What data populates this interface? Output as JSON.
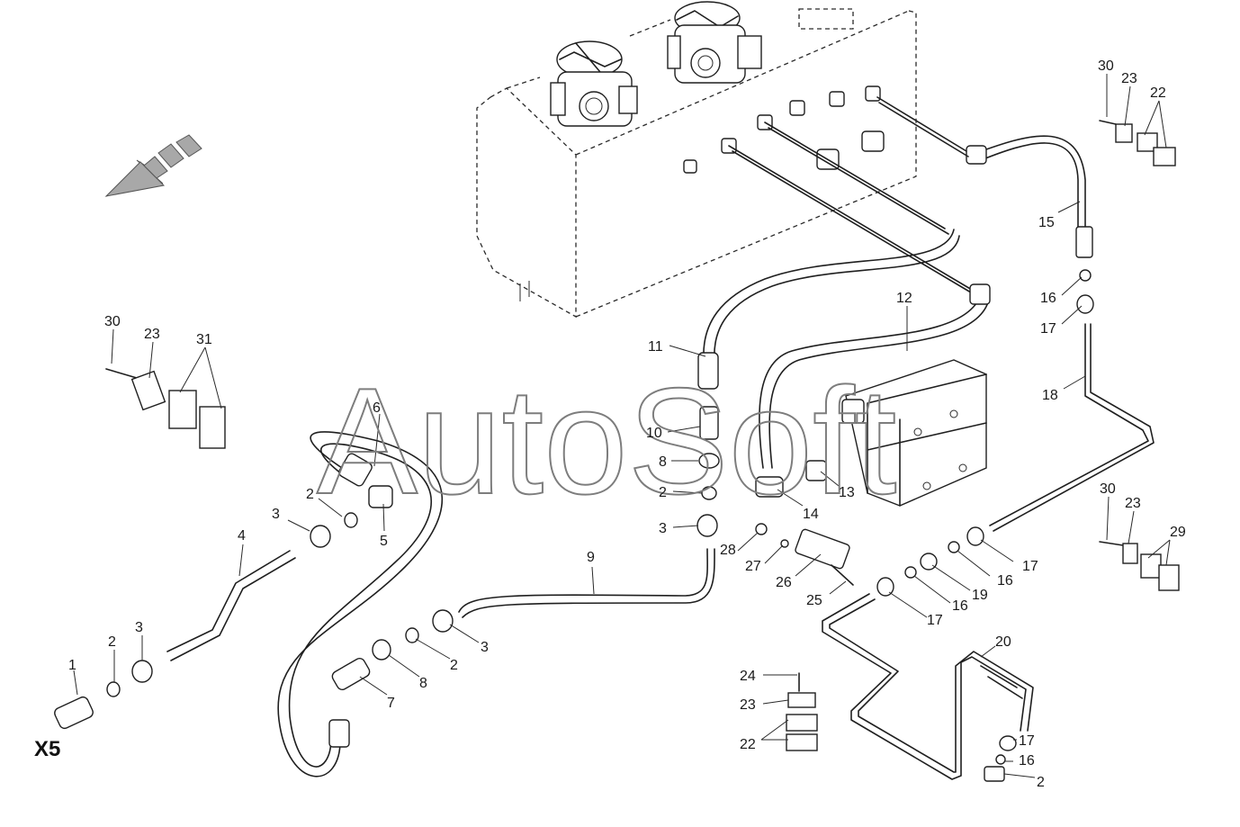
{
  "watermark": "AutoSoft",
  "view_label": "X5",
  "callouts": [
    {
      "id": "c1",
      "text": "1"
    },
    {
      "id": "c2a",
      "text": "2"
    },
    {
      "id": "c3a",
      "text": "3"
    },
    {
      "id": "c4",
      "text": "4"
    },
    {
      "id": "c3b",
      "text": "3"
    },
    {
      "id": "c2b",
      "text": "2"
    },
    {
      "id": "c5",
      "text": "5"
    },
    {
      "id": "c6",
      "text": "6"
    },
    {
      "id": "c7",
      "text": "7"
    },
    {
      "id": "c8a",
      "text": "8"
    },
    {
      "id": "c2c",
      "text": "2"
    },
    {
      "id": "c3c",
      "text": "3"
    },
    {
      "id": "c9",
      "text": "9"
    },
    {
      "id": "c10",
      "text": "10"
    },
    {
      "id": "c8b",
      "text": "8"
    },
    {
      "id": "c2d",
      "text": "2"
    },
    {
      "id": "c3d",
      "text": "3"
    },
    {
      "id": "c11",
      "text": "11"
    },
    {
      "id": "c12",
      "text": "12"
    },
    {
      "id": "c13",
      "text": "13"
    },
    {
      "id": "c14",
      "text": "14"
    },
    {
      "id": "c15",
      "text": "15"
    },
    {
      "id": "c16a",
      "text": "16"
    },
    {
      "id": "c17a",
      "text": "17"
    },
    {
      "id": "c18",
      "text": "18"
    },
    {
      "id": "c30a",
      "text": "30"
    },
    {
      "id": "c23a",
      "text": "23"
    },
    {
      "id": "c22a",
      "text": "22"
    },
    {
      "id": "c30b",
      "text": "30"
    },
    {
      "id": "c23b",
      "text": "23"
    },
    {
      "id": "c31",
      "text": "31"
    },
    {
      "id": "c30c",
      "text": "30"
    },
    {
      "id": "c23c",
      "text": "23"
    },
    {
      "id": "c29",
      "text": "29"
    },
    {
      "id": "c28",
      "text": "28"
    },
    {
      "id": "c27",
      "text": "27"
    },
    {
      "id": "c26",
      "text": "26"
    },
    {
      "id": "c25",
      "text": "25"
    },
    {
      "id": "c17b",
      "text": "17"
    },
    {
      "id": "c16b",
      "text": "16"
    },
    {
      "id": "c19",
      "text": "19"
    },
    {
      "id": "c16c",
      "text": "16"
    },
    {
      "id": "c17c",
      "text": "17"
    },
    {
      "id": "c20",
      "text": "20"
    },
    {
      "id": "c24",
      "text": "24"
    },
    {
      "id": "c23d",
      "text": "23"
    },
    {
      "id": "c22b",
      "text": "22"
    },
    {
      "id": "c17d",
      "text": "17"
    },
    {
      "id": "c16d",
      "text": "16"
    },
    {
      "id": "c2e",
      "text": "2"
    }
  ]
}
